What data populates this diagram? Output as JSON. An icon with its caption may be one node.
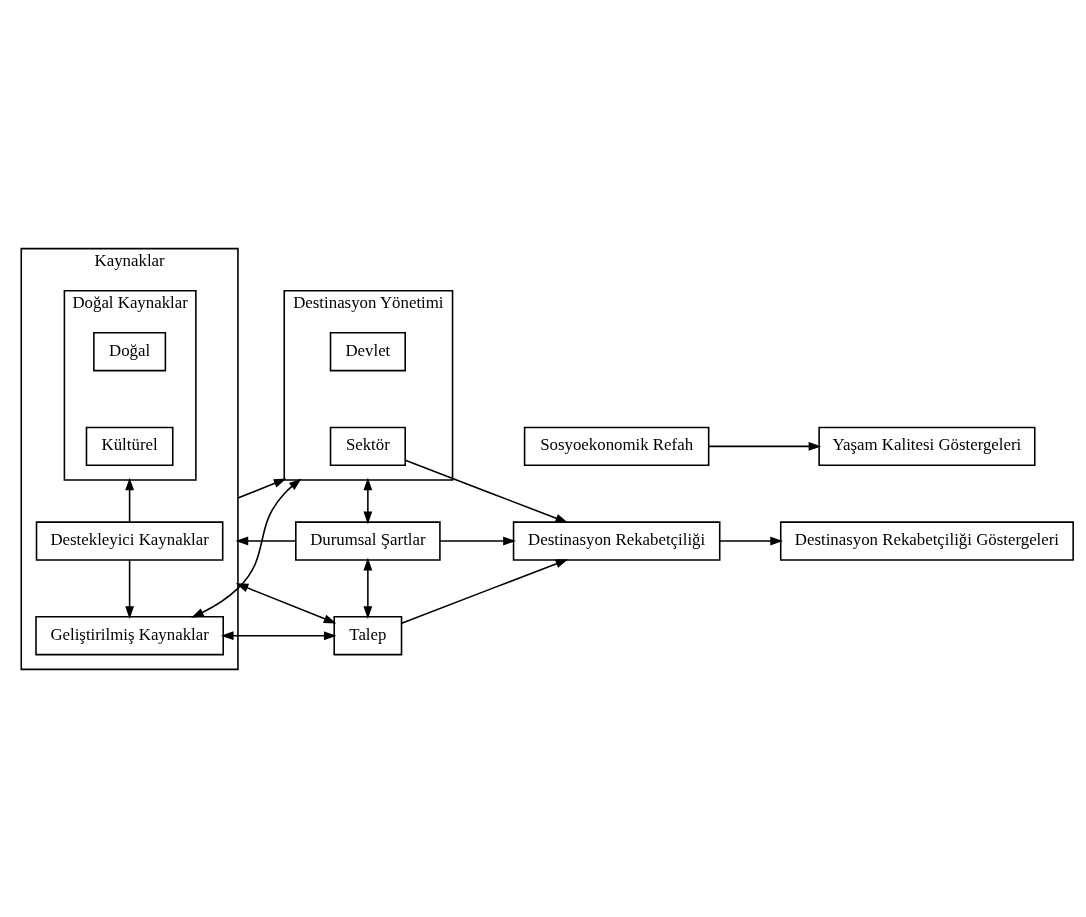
{
  "diagram": {
    "nodes": [
      {
        "text": [
          "Kaynaklar"
        ]
      },
      {
        "text": [
          "Doğal Kaynaklar"
        ],
        "in": 0
      },
      {
        "text": [
          "Doğal"
        ],
        "in": 1
      },
      {
        "text": [
          "Kültürel"
        ],
        "in": 1
      },
      {
        "text": [
          "Geliştirilmiş Kaynaklar"
        ],
        "in": 0
      },
      {
        "text": [
          "Destekleyici Kaynaklar"
        ],
        "in": 0
      },
      {
        "text": [
          "Destinasyon Yönetimi"
        ]
      },
      {
        "text": [
          "Devlet"
        ],
        "in": 6
      },
      {
        "text": [
          "Sektör"
        ],
        "in": 6
      },
      {
        "text": [
          "Durumsal Şartlar"
        ]
      },
      {
        "text": [
          "Talep"
        ]
      },
      {
        "text": [
          "Destinasyon Rekabetçiliği"
        ]
      },
      {
        "text": [
          "Sosyoekonomik Refah"
        ]
      },
      {
        "text": [
          "Destinasyon Rekabetçiliği Göstergeleri"
        ]
      },
      {
        "text": [
          "Yaşam Kalitesi Göstergeleri"
        ]
      }
    ],
    "edges": [
      {
        "from": 5,
        "to": 4,
        "arrow": "to"
      },
      {
        "from": 5,
        "to": 1,
        "arrow": "to"
      },
      {
        "from": 6,
        "to": 4,
        "arrow": "both"
      },
      {
        "from": 0,
        "to": 6,
        "arrow": "to"
      },
      {
        "from": 8,
        "to": 11,
        "arrow": "to"
      },
      {
        "from": 6,
        "to": 9,
        "arrow": "both"
      },
      {
        "from": 9,
        "to": 0,
        "arrow": "to"
      },
      {
        "from": 9,
        "to": 11,
        "arrow": "to"
      },
      {
        "from": 9,
        "to": 10,
        "arrow": "both"
      },
      {
        "from": 4,
        "to": 10,
        "arrow": "both"
      },
      {
        "from": 0,
        "to": 10,
        "arrow": "both"
      },
      {
        "from": 10,
        "to": 11,
        "arrow": "to"
      },
      {
        "from": 11,
        "to": 13,
        "arrow": "to"
      },
      {
        "from": 12,
        "to": 14,
        "arrow": "to"
      }
    ]
  }
}
